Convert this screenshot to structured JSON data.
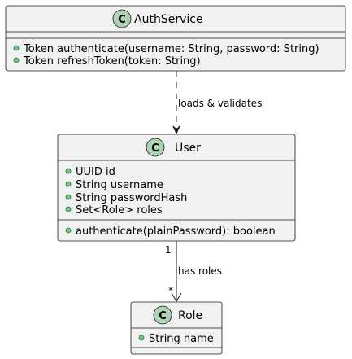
{
  "classes": {
    "auth_service": {
      "badge": "C",
      "name": "AuthService",
      "attributes": [],
      "methods": [
        "Token authenticate(username: String, password: String)",
        "Token refreshToken(token: String)"
      ]
    },
    "user": {
      "badge": "C",
      "name": "User",
      "attributes": [
        "UUID id",
        "String username",
        "String passwordHash",
        "Set<Role> roles"
      ],
      "methods": [
        "authenticate(plainPassword): boolean"
      ]
    },
    "role": {
      "badge": "C",
      "name": "Role",
      "attributes": [
        "String name"
      ],
      "methods": []
    }
  },
  "relations": {
    "auth_to_user": {
      "label": "loads & validates",
      "style": "dashed"
    },
    "user_to_role": {
      "label": "has roles",
      "source_multiplicity": "1",
      "target_multiplicity": "*"
    }
  },
  "colors": {
    "class_fill": "#f1f1f1",
    "border": "#181818",
    "badge_fill": "#add1b2",
    "visibility_public_fill": "#84be84",
    "visibility_public_stroke": "#038048"
  }
}
